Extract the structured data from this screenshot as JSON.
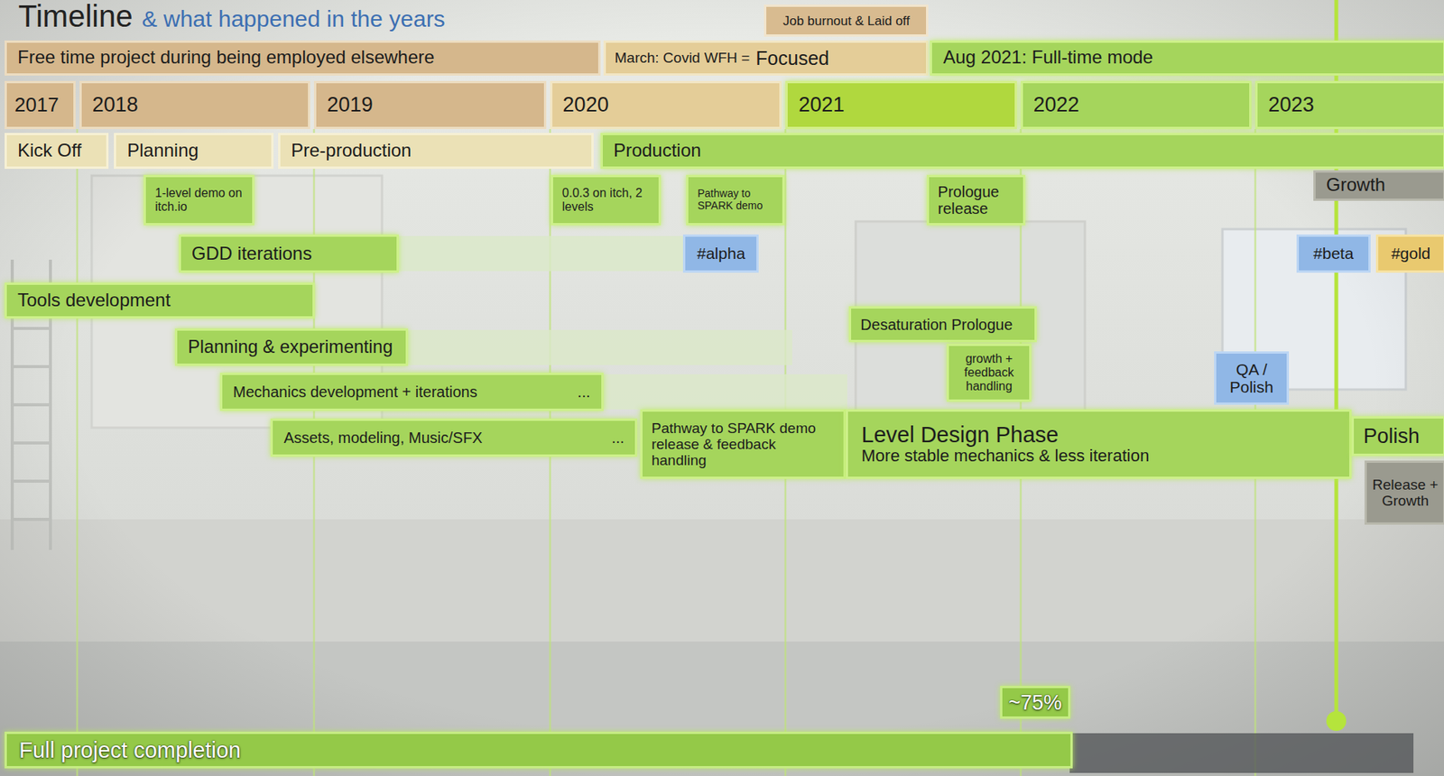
{
  "diagram": {
    "title": "Timeline",
    "nodes": [
      {
        "text": [
          "Job burnout & Laid off"
        ]
      },
      {
        "text": [
          "Free time project during being employed elsewhere"
        ]
      },
      {
        "text": [
          "March: Covid WFH =",
          "Focused"
        ]
      },
      {
        "text": [
          "Aug 2021: Full-time mode"
        ]
      },
      {
        "text": [
          "2017"
        ]
      },
      {
        "text": [
          "2018"
        ]
      },
      {
        "text": [
          "2019"
        ]
      },
      {
        "text": [
          "2020"
        ]
      },
      {
        "text": [
          "2021"
        ]
      },
      {
        "text": [
          "2022"
        ]
      },
      {
        "text": [
          "2023"
        ]
      },
      {
        "text": [
          "Kick Off"
        ]
      },
      {
        "text": [
          "Planning"
        ]
      },
      {
        "text": [
          "Pre-production"
        ]
      },
      {
        "text": [
          "Production"
        ]
      },
      {
        "text": [
          "Growth"
        ]
      },
      {
        "text": [
          "1-level demo on itch.io"
        ]
      },
      {
        "text": [
          "0.0.3 on itch, 2 levels"
        ]
      },
      {
        "text": [
          "Pathway to SPARK demo"
        ]
      },
      {
        "text": [
          "Prologue release"
        ]
      },
      {
        "text": [
          "GDD iterations"
        ]
      },
      {
        "text": [
          "#alpha"
        ]
      },
      {
        "text": [
          "#beta"
        ]
      },
      {
        "text": [
          "#gold"
        ]
      },
      {
        "text": [
          "Tools development"
        ]
      },
      {
        "text": [
          "Desaturation Prologue"
        ]
      },
      {
        "text": [
          "Planning & experimenting"
        ]
      },
      {
        "text": [
          "growth + feedback handling"
        ]
      },
      {
        "text": [
          "QA / Polish"
        ]
      },
      {
        "text": [
          "Mechanics development + iterations",
          "..."
        ]
      },
      {
        "text": [
          "Assets, modeling, Music/SFX",
          "..."
        ]
      },
      {
        "text": [
          "Pathway to SPARK demo release & feedback handling"
        ]
      },
      {
        "text": [
          "Level Design Phase",
          "More stable mechanics & less iteration"
        ]
      },
      {
        "text": [
          "Polish"
        ]
      },
      {
        "text": [
          "Release + Growth"
        ]
      },
      {
        "text": [
          "~75%"
        ]
      },
      {
        "text": [
          "Full project completion"
        ]
      }
    ],
    "labels": [
      "& what happened in the years"
    ]
  }
}
